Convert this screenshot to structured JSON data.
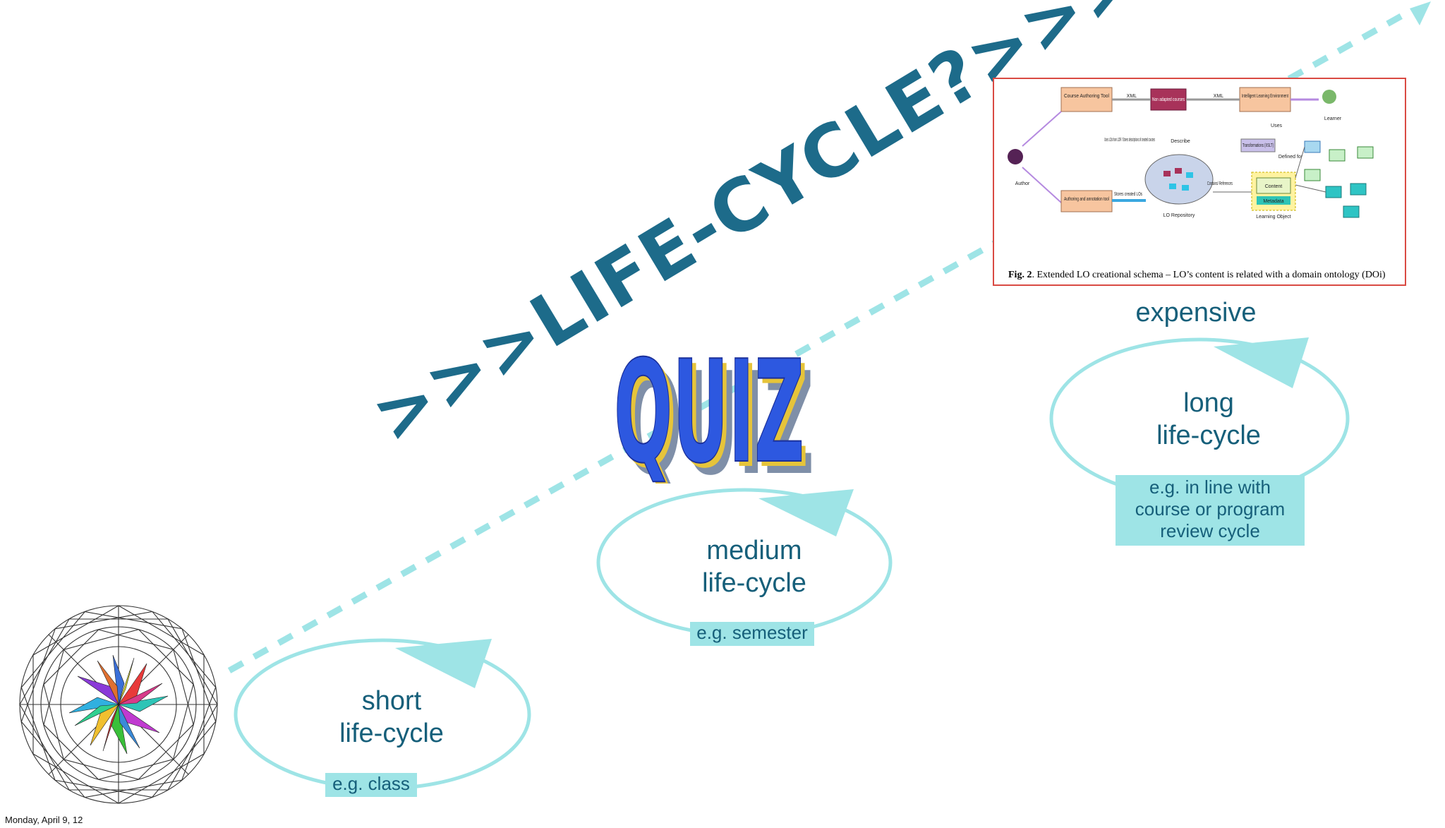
{
  "title": ">>>LIFE-CYCLE?>>>",
  "stages": {
    "short": {
      "label_line1": "short",
      "label_line2": "life-cycle",
      "tag": "e.g. class"
    },
    "medium": {
      "label_line1": "medium",
      "label_line2": "life-cycle",
      "tag": "e.g. semester"
    },
    "long": {
      "label_line1": "long",
      "label_line2": "life-cycle",
      "tag_line1": "e.g. in line with",
      "tag_line2": "course or program",
      "tag_line3": "review cycle"
    }
  },
  "expensive_label": "expensive",
  "quiz_logo_text": "QUIZ",
  "figure": {
    "caption_prefix": "Fig. 2",
    "caption": ". Extended LO creational schema – LO’s content is related with a domain ontology (DOi)",
    "nodes": {
      "authoring_tool": "Course Authoring Tool",
      "non_adapted": "Non adapted courses",
      "ile": "Intelligent Learning Environment",
      "learner": "Learner",
      "author": "Author",
      "annotation_tool": "Authoring and annotation tool",
      "repository": "LO Repository",
      "content": "Content",
      "metadata": "Metadata",
      "learning_object": "Learning Object",
      "xml1": "XML",
      "xml2": "XML",
      "uses": "Uses",
      "describe": "Describe",
      "transformations": "Transformations (XSLT)",
      "defined_for": "Defined for",
      "contains": "Contains/ References",
      "stores": "Stores created LOs",
      "uses_los": "Uses LOs from LOR / Stores descriptions of created courses"
    }
  },
  "footer": {
    "date": "Monday, April 9, 12"
  },
  "colors": {
    "accent": "#9ee4e6",
    "text": "#165f7a",
    "title": "#1d6b8a",
    "figure_border": "#d94a43"
  }
}
